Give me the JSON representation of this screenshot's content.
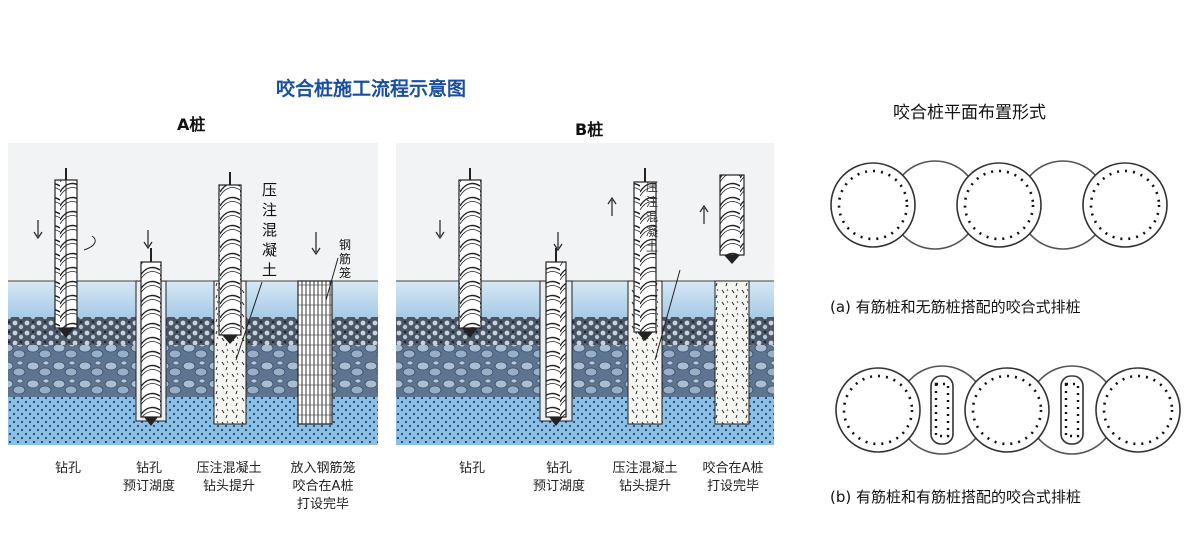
{
  "main_title": "咬合桩施工流程示意图",
  "panel_a": {
    "title": "A桩",
    "callouts": {
      "pour_concrete": "压注混凝土",
      "rebar_cage": "钢筋笼"
    },
    "steps": [
      {
        "line1": "钻孔",
        "line2": "",
        "line3": ""
      },
      {
        "line1": "钻孔",
        "line2": "预订湖度",
        "line3": ""
      },
      {
        "line1": "压注混凝土",
        "line2": "钻头提升",
        "line3": ""
      },
      {
        "line1": "放入钢筋笼",
        "line2": "咬合在A桩",
        "line3": "打设完毕"
      }
    ]
  },
  "panel_b": {
    "title": "B桩",
    "callouts": {
      "pour_concrete": "压注混凝土"
    },
    "steps": [
      {
        "line1": "钻孔",
        "line2": ""
      },
      {
        "line1": "钻孔",
        "line2": "预订湖度"
      },
      {
        "line1": "压注混凝土",
        "line2": "钻头提升"
      },
      {
        "line1": "咬合在A桩",
        "line2": "打设完毕"
      }
    ]
  },
  "layout_panel": {
    "title": "咬合桩平面布置形式",
    "caption_a": "(a) 有筋桩和无筋桩搭配的咬合式排桩",
    "caption_b": "(b) 有筋桩和有筋桩搭配的咬合式排桩"
  },
  "colors": {
    "title_blue": "#1a4fa0",
    "water_top": "#cfe4f2",
    "water_bottom": "#9fc8e6",
    "dots_bg": "#8fbfe6",
    "rock_bg": "#7e97b4"
  }
}
